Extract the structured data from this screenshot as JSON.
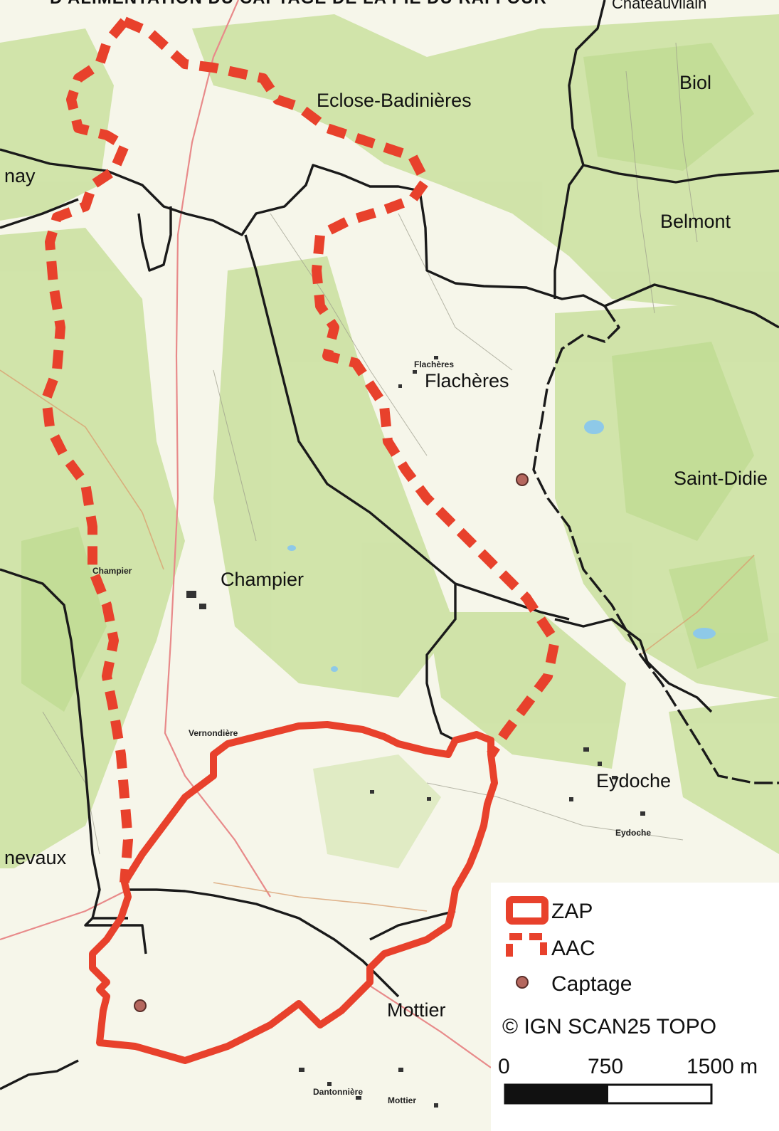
{
  "map": {
    "title_fragment": "D'ALIMENTATION DU CAPTAGE DE LA PIE DU RAFFOUR",
    "places": {
      "chateauvilain": "Châteauvilain",
      "eclose_badinieres": "Eclose-Badinières",
      "biol": "Biol",
      "belmont": "Belmont",
      "nay": "nay",
      "flacheres": "Flachères",
      "saint_didier": "Saint-Didie",
      "champier": "Champier",
      "eydoche": "Eydoche",
      "mottier": "Mottier",
      "nevaux": "nevaux"
    },
    "small_places": {
      "champier_small": "Champier",
      "flacheres_small": "Flachères",
      "eydoche_small": "Eydoche",
      "vernondiere": "Vernondière",
      "dantonniere": "Dantonnière",
      "mottier_small": "Mottier"
    },
    "colors": {
      "zap": "#e8412c",
      "aac": "#e8412c",
      "captage": "#b5675e",
      "boundary": "#1a1a1a",
      "forest": "#cfe3a6",
      "field": "#f6f6ea"
    }
  },
  "legend": {
    "zap_label": "ZAP",
    "aac_label": "AAC",
    "captage_label": "Captage",
    "copyright": "© IGN SCAN25 TOPO"
  },
  "scale": {
    "tick_0": "0",
    "tick_750": "750",
    "tick_1500": "1500 m"
  }
}
